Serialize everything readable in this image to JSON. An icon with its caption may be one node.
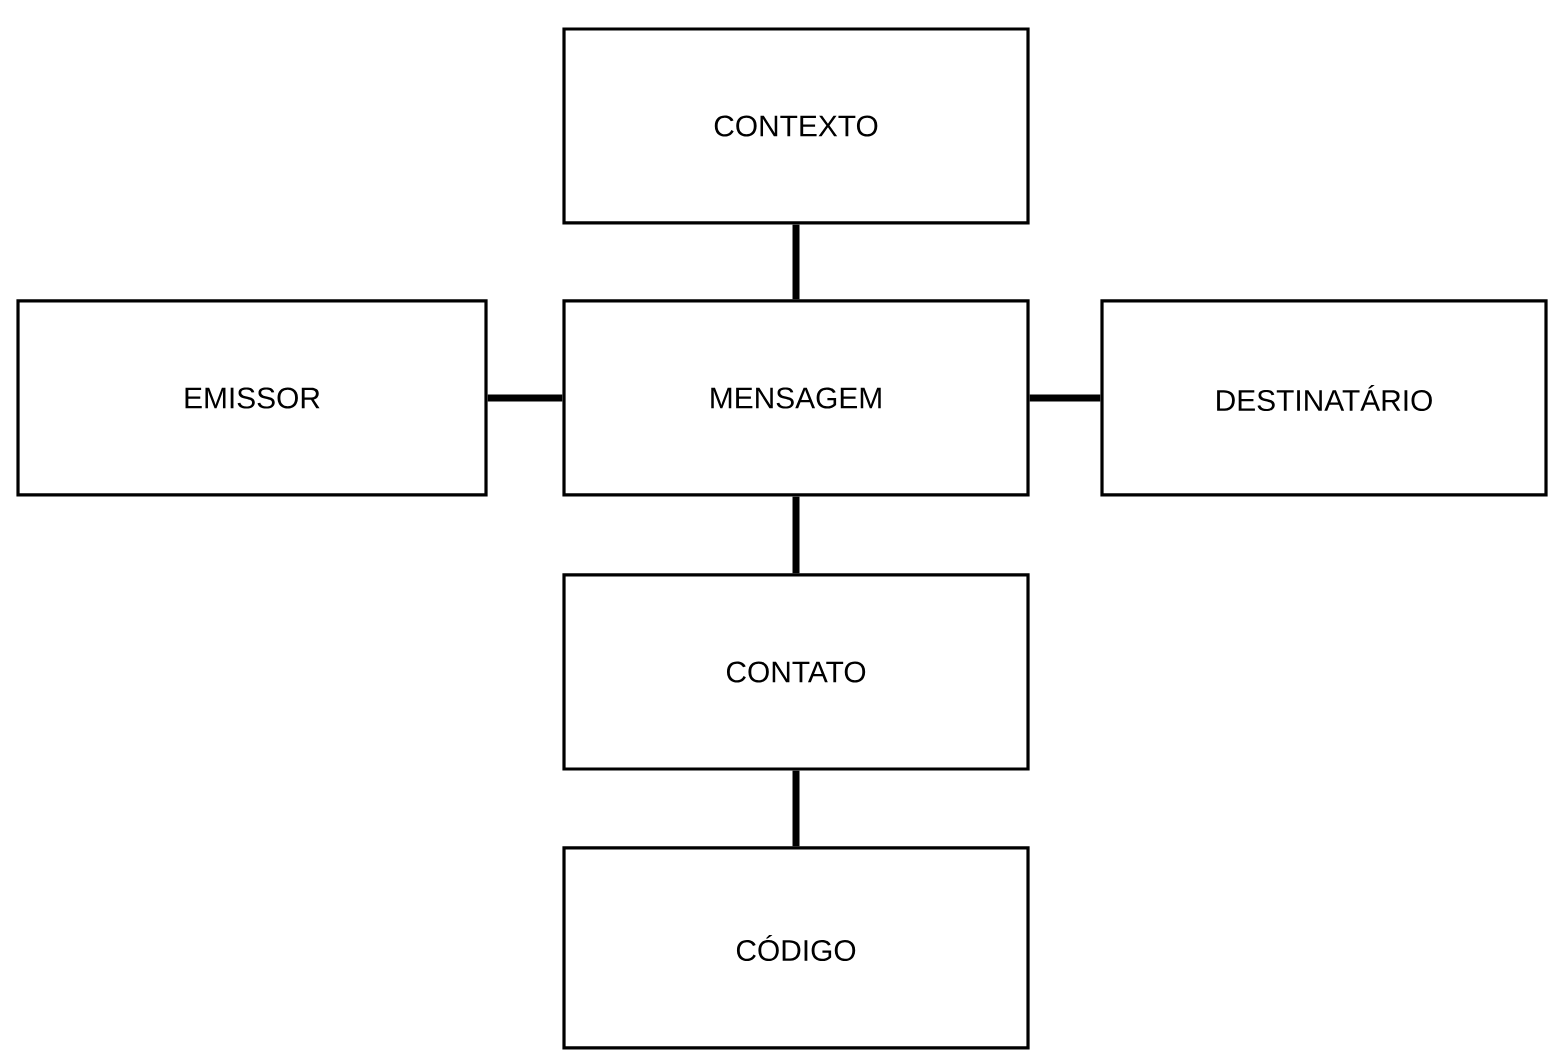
{
  "diagram": {
    "nodes": [
      {
        "text": [
          "CONTEXTO"
        ]
      },
      {
        "text": [
          "EMISSOR"
        ]
      },
      {
        "text": [
          "MENSAGEM"
        ]
      },
      {
        "text": [
          "DESTINATÁRIO"
        ]
      },
      {
        "text": [
          "CONTATO"
        ]
      },
      {
        "text": [
          "CÓDIGO"
        ]
      }
    ],
    "edges": [
      {
        "from": 0,
        "to": 2,
        "arrow": "none"
      },
      {
        "from": 1,
        "to": 2,
        "arrow": "none"
      },
      {
        "from": 2,
        "to": 3,
        "arrow": "none"
      },
      {
        "from": 2,
        "to": 4,
        "arrow": "none"
      },
      {
        "from": 4,
        "to": 5,
        "arrow": "none"
      }
    ]
  }
}
